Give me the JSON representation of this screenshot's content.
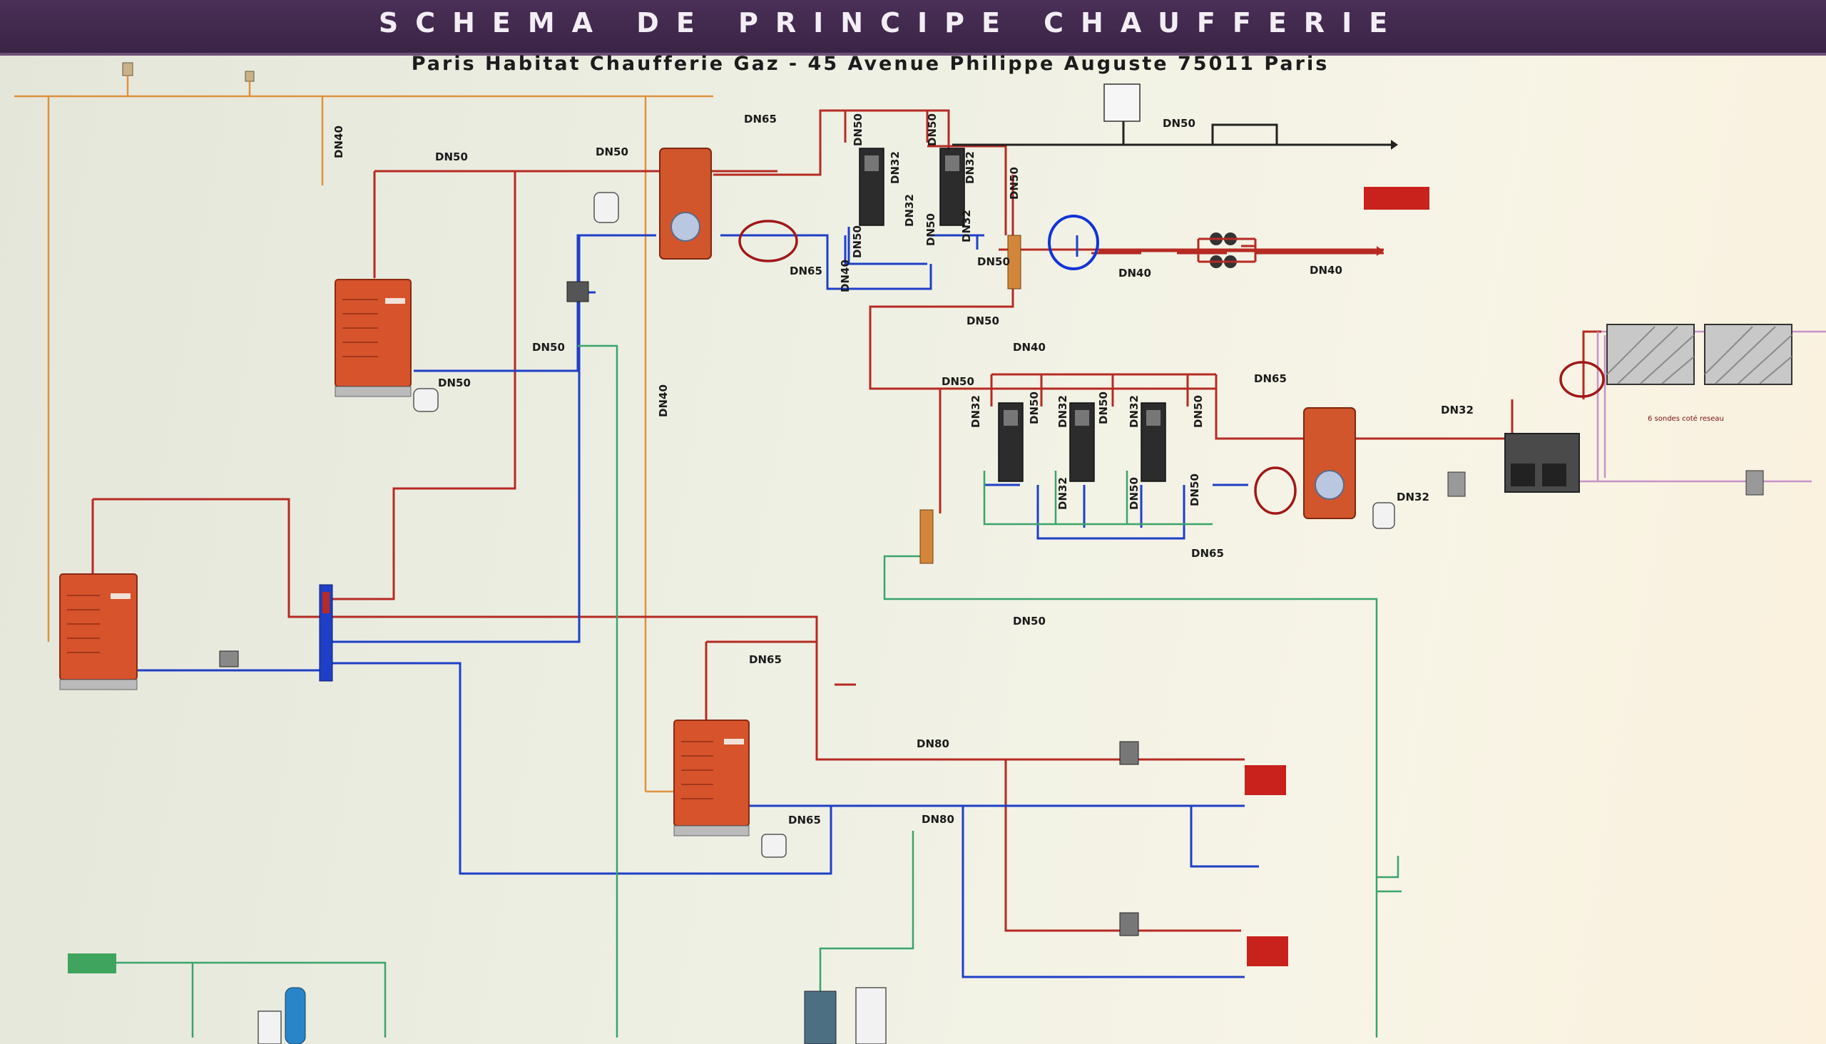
{
  "header": {
    "title": "SCHEMA DE PRINCIPE CHAUFFERIE",
    "subtitle": "Paris Habitat Chaufferie Gaz - 45 Avenue Philippe Auguste 75011 Paris"
  },
  "pipe_labels": [
    {
      "id": "dn40-a",
      "text": "DN40"
    },
    {
      "id": "dn50-a",
      "text": "DN50"
    },
    {
      "id": "dn50-b",
      "text": "DN50"
    },
    {
      "id": "dn65-a",
      "text": "DN65"
    },
    {
      "id": "dn50-c",
      "text": "DN50"
    },
    {
      "id": "dn50-d",
      "text": "DN50"
    },
    {
      "id": "dn65-b",
      "text": "DN65"
    },
    {
      "id": "dn50-e",
      "text": "DN50"
    },
    {
      "id": "dn40-b",
      "text": "DN40"
    },
    {
      "id": "dn40-c",
      "text": "DN40"
    },
    {
      "id": "dn50-f",
      "text": "DN50"
    },
    {
      "id": "dn40-d",
      "text": "DN40"
    },
    {
      "id": "dn50-g",
      "text": "DN50"
    },
    {
      "id": "dn50-h",
      "text": "DN50"
    },
    {
      "id": "dn65-c",
      "text": "DN65"
    },
    {
      "id": "dn32-a",
      "text": "DN32"
    },
    {
      "id": "dn32-b",
      "text": "DN32"
    },
    {
      "id": "dn40-e",
      "text": "DN40"
    },
    {
      "id": "dn65-d",
      "text": "DN65"
    },
    {
      "id": "dn50-i",
      "text": "DN50"
    },
    {
      "id": "dn65-e",
      "text": "DN65"
    },
    {
      "id": "dn80-a",
      "text": "DN80"
    },
    {
      "id": "dn65-f",
      "text": "DN65"
    },
    {
      "id": "dn80-b",
      "text": "DN80"
    }
  ],
  "vertical_labels": [
    {
      "id": "v-dn50-1",
      "text": "DN50"
    },
    {
      "id": "v-dn32-1",
      "text": "DN32"
    },
    {
      "id": "v-dn50-2",
      "text": "DN50"
    },
    {
      "id": "v-dn32-2",
      "text": "DN32"
    },
    {
      "id": "v-dn50-3",
      "text": "DN50"
    },
    {
      "id": "v-dn50-4",
      "text": "DN50"
    },
    {
      "id": "v-dn32-3",
      "text": "DN32"
    },
    {
      "id": "v-dn32-4",
      "text": "DN32"
    },
    {
      "id": "v-dn50-5",
      "text": "DN50"
    },
    {
      "id": "v-dn32-5",
      "text": "DN32"
    },
    {
      "id": "v-dn50-6",
      "text": "DN50"
    },
    {
      "id": "v-dn32-6",
      "text": "DN32"
    },
    {
      "id": "v-dn50-7",
      "text": "DN50"
    },
    {
      "id": "v-dn32-7",
      "text": "DN32"
    },
    {
      "id": "v-dn50-8",
      "text": "DN50"
    },
    {
      "id": "v-dn32-8",
      "text": "DN32"
    },
    {
      "id": "v-dn50-9",
      "text": "DN50"
    },
    {
      "id": "v-dn50-10",
      "text": "DN50"
    }
  ],
  "small_notes": {
    "sondes": "6 sondes coté reseau"
  },
  "tags": {
    "top_right_red": "",
    "heating_circuit_1": "",
    "heating_circuit_2": "",
    "city_water": ""
  },
  "colors": {
    "hot_supply": "#b62a23",
    "return": "#1e3fc7",
    "cold_water": "#3aa46a",
    "gas": "#e0913e",
    "secondary": "#c792c8",
    "boiler": "#d6532c",
    "banner": "#3a2446"
  }
}
